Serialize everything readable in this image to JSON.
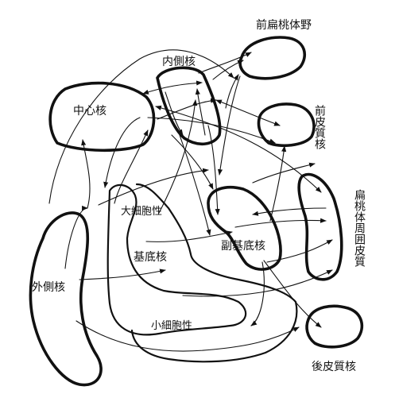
{
  "labels": {
    "central_nucleus": "中心核",
    "medial_nucleus": "内側核",
    "anterior_amygdaloid_area": "前扁桃体野",
    "anterior_cortical_nucleus": "前皮質核",
    "periamygdaloid_cortex": "扁桃体周囲皮質",
    "magnocellular": "大細胞性",
    "basal_nucleus": "基底核",
    "accessory_basal_nucleus": "副基底核",
    "lateral_nucleus": "外側核",
    "parvocellular": "小細胞性",
    "posterior_cortical_nucleus": "後皮質核"
  },
  "colors": {
    "line": "#111111",
    "background": "#ffffff"
  }
}
